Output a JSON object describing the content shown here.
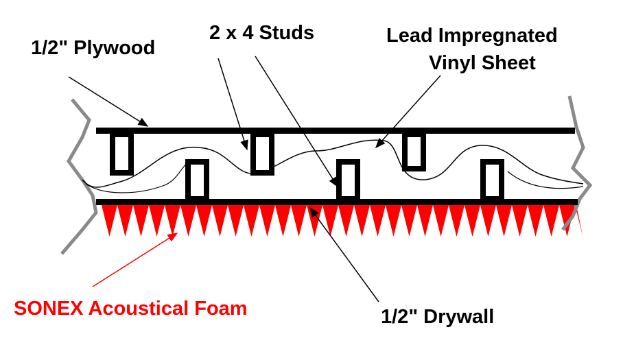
{
  "labels": {
    "plywood": "1/2\" Plywood",
    "studs": "2 x 4 Studs",
    "vinyl_line1": "Lead Impregnated",
    "vinyl_line2": "Vinyl Sheet",
    "foam": "SONEX Acoustical Foam",
    "drywall": "1/2\" Drywall"
  },
  "colors": {
    "foam": "#ff0000",
    "structure": "#000000",
    "edge": "#8a8a8a"
  }
}
